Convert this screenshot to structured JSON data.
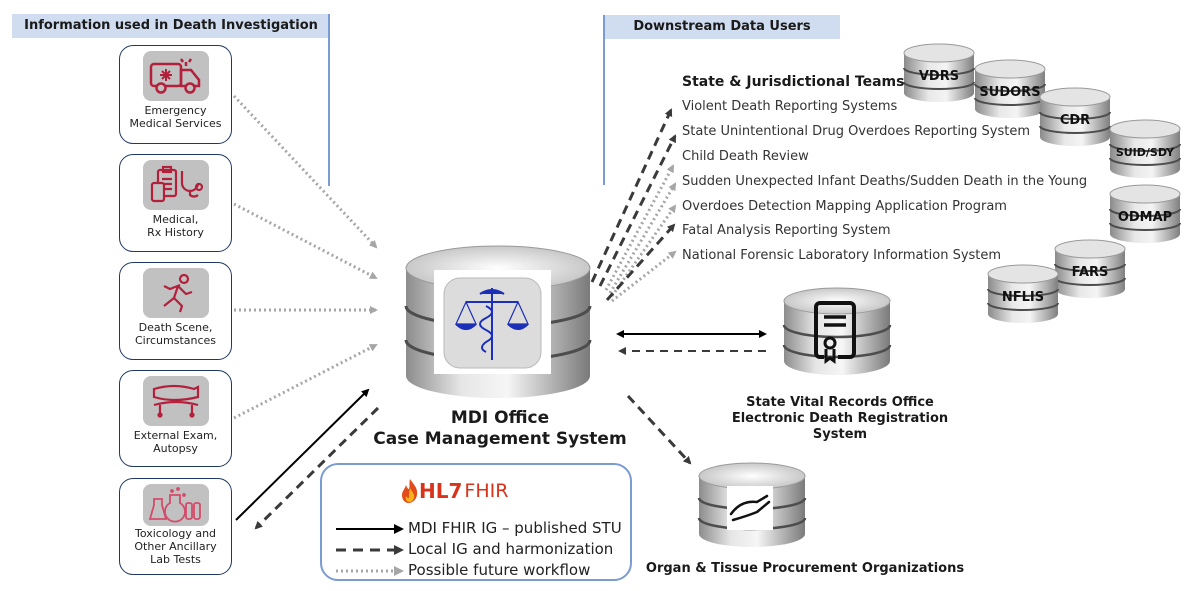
{
  "left_panel": {
    "header": "Information used in Death Investigation",
    "sources": [
      {
        "label": "Emergency\nMedical Services",
        "icon": "ambulance-icon",
        "flow": "possible-future"
      },
      {
        "label": "Medical,\nRx History",
        "icon": "medical-records-icon",
        "flow": "possible-future"
      },
      {
        "label": "Death Scene,\nCircumstances",
        "icon": "body-outline-icon",
        "flow": "possible-future"
      },
      {
        "label": "External Exam,\nAutopsy",
        "icon": "autopsy-table-icon",
        "flow": "possible-future"
      },
      {
        "label": "Toxicology and\nOther Ancillary\nLab Tests",
        "icon": "lab-flasks-icon",
        "flow": "published-and-local"
      }
    ]
  },
  "center": {
    "title_line1": "MDI Office",
    "title_line2": "Case Management System",
    "icon": "caduceus-scales-icon"
  },
  "right_panel": {
    "header": "Downstream Data Users",
    "teams_title": "State & Jurisdictional Teams",
    "systems": [
      {
        "name": "Violent Death Reporting Systems",
        "acronym": "VDRS",
        "flow": "local"
      },
      {
        "name": "State Unintentional Drug Overdoes Reporting System",
        "acronym": "SUDORS",
        "flow": "local"
      },
      {
        "name": "Child Death Review",
        "acronym": "CDR",
        "flow": "possible-future"
      },
      {
        "name": "Sudden Unexpected Infant Deaths/Sudden Death in the Young",
        "acronym": "SUID/SDY",
        "flow": "possible-future"
      },
      {
        "name": "Overdoes Detection Mapping Application Program",
        "acronym": "ODMAP",
        "flow": "possible-future"
      },
      {
        "name": "Fatal Analysis Reporting System",
        "acronym": "FARS",
        "flow": "local"
      },
      {
        "name": "National Forensic Laboratory Information System",
        "acronym": "NFLIS",
        "flow": "possible-future"
      }
    ],
    "vital_records": {
      "line1": "State Vital Records Office",
      "line2": "Electronic Death Registration",
      "line3": "System",
      "icon": "certificate-icon"
    },
    "organ": {
      "label": "Organ & Tissue Procurement Organizations",
      "icon": "helping-hand-icon"
    }
  },
  "legend": {
    "logo_text_bold": "HL7",
    "logo_text": "FHIR",
    "items": [
      {
        "style": "solid",
        "label": "MDI FHIR IG – published STU"
      },
      {
        "style": "dashed",
        "label": "Local IG and harmonization"
      },
      {
        "style": "dotted",
        "label": "Possible future workflow"
      }
    ]
  },
  "colors": {
    "header_bg": "#d0dcef",
    "accent_blue": "#7a9bd3",
    "card_border": "#1f3864",
    "icon_red": "#b3203c",
    "icon_bg": "#c1c1c1",
    "arrow_dark": "#3a3a3a",
    "arrow_dotted": "#a6a6a6"
  }
}
